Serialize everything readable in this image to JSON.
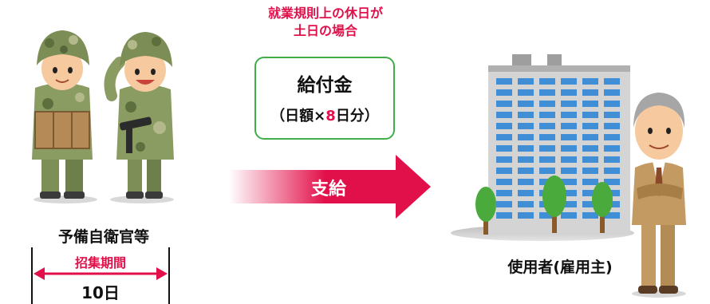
{
  "note": {
    "line1": "就業規則上の休日が",
    "line2": "土日の場合"
  },
  "benefit": {
    "title": "給付金",
    "detail_prefix": "（日額×",
    "detail_number": "8",
    "detail_suffix": "日分）"
  },
  "arrow": {
    "label": "支給"
  },
  "left": {
    "label": "予備自衛官等",
    "period_label": "招集期間",
    "period_days": "10日"
  },
  "right": {
    "label": "使用者(雇用主)"
  },
  "colors": {
    "accent_red": "#e2104a",
    "box_border": "#3fae49",
    "window_blue": "#3f8ed6"
  }
}
